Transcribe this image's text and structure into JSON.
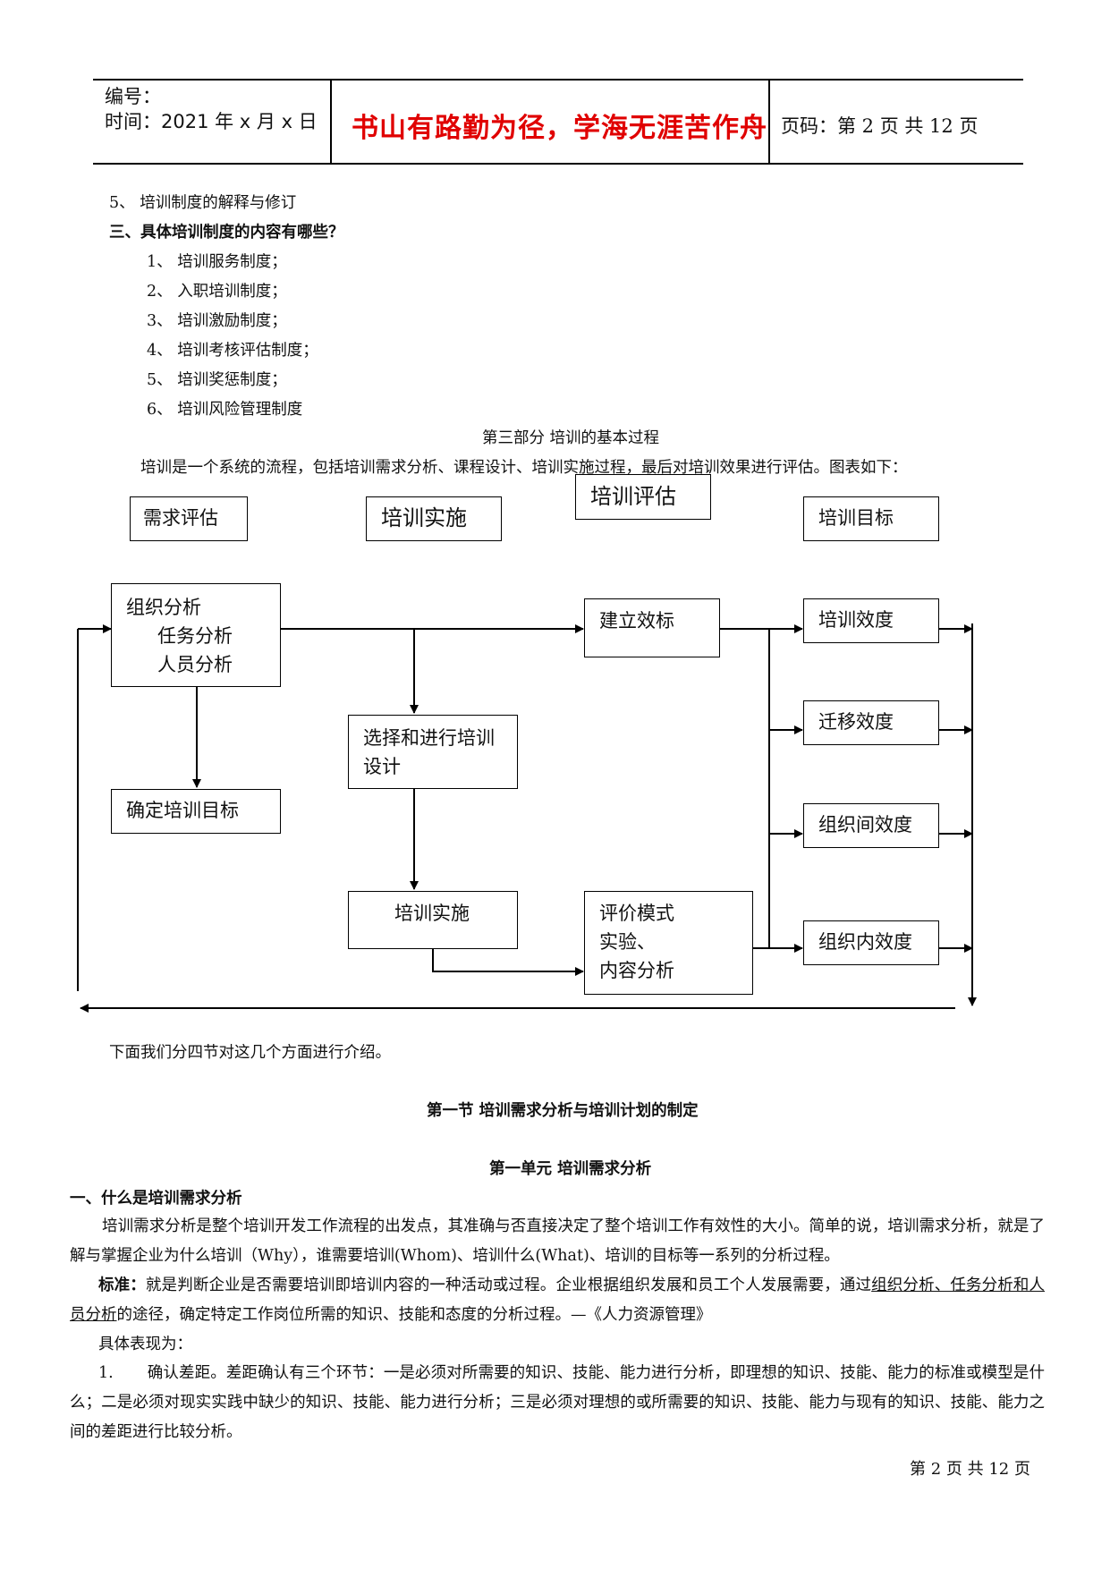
{
  "header": {
    "serial_label": "编号：",
    "time_label": "时间：2021 年 x 月 x 日",
    "motto": "书山有路勤为径，学海无涯苦作舟",
    "page_code": "页码：第 2 页  共 12 页"
  },
  "policy_list": {
    "prev_item": "5、  培训制度的解释与修订",
    "heading": "三、具体培训制度的内容有哪些？",
    "items": [
      "1、  培训服务制度；",
      "2、  入职培训制度；",
      "3、  培训激励制度；",
      "4、  培训考核评估制度；",
      "5、  培训奖惩制度；",
      "6、  培训风险管理制度"
    ]
  },
  "part_title": "第三部分  培训的基本过程",
  "intro": "培训是一个系统的流程，包括培训需求分析、课程设计、培训实施过程，最后对培训效果进行评估。图表如下：",
  "diagram": {
    "phases": [
      "需求评估",
      "培训实施",
      "培训评估",
      "培训目标"
    ],
    "org_analysis": [
      "组织分析",
      "任务分析",
      "人员分析"
    ],
    "confirm_goal": "确定培训目标",
    "select_design": [
      "选择和进行培训",
      "设计"
    ],
    "implement": "培训实施",
    "establish_standard": "建立效标",
    "eval_mode": [
      "评价模式",
      "实验、",
      "内容分析"
    ],
    "outcomes": [
      "培训效度",
      "迁移效度",
      "组织间效度",
      "组织内效度"
    ]
  },
  "after_diagram": "下面我们分四节对这几个方面进行介绍。",
  "section_title": "第一节    培训需求分析与培训计划的制定",
  "unit_title": "第一单元    培训需求分析",
  "q1_heading": "一、什么是培训需求分析",
  "p1": "培训需求分析是整个培训开发工作流程的出发点，其准确与否直接决定了整个培训工作有效性的大小。简单的说，培训需求分析，就是了解与掌握企业为什么培训（Why），谁需要培训(Whom)、培训什么(What)、培训的目标等一系列的分析过程。",
  "p2_label": "标准：",
  "p2_pre": "就是判断企业是否需要培训即培训内容的一种活动或过程。企业根据组织发展和员工个人发展需要，通过",
  "p2_underlined": "组织分析、任务分析和人员分析",
  "p2_post": "的途径，确定特定工作岗位所需的知识、技能和态度的分析过程。—《人力资源管理》",
  "p3": "具体表现为：",
  "p4_num": "1.",
  "p4": "确认差距。差距确认有三个环节：一是必须对所需要的知识、技能、能力进行分析，即理想的知识、技能、能力的标准或模型是什么；二是必须对现实实践中缺少的知识、技能、能力进行分析；三是必须对理想的或所需要的知识、技能、能力与现有的知识、技能、能力之间的差距进行比较分析。",
  "footer": "第 2 页 共 12 页"
}
